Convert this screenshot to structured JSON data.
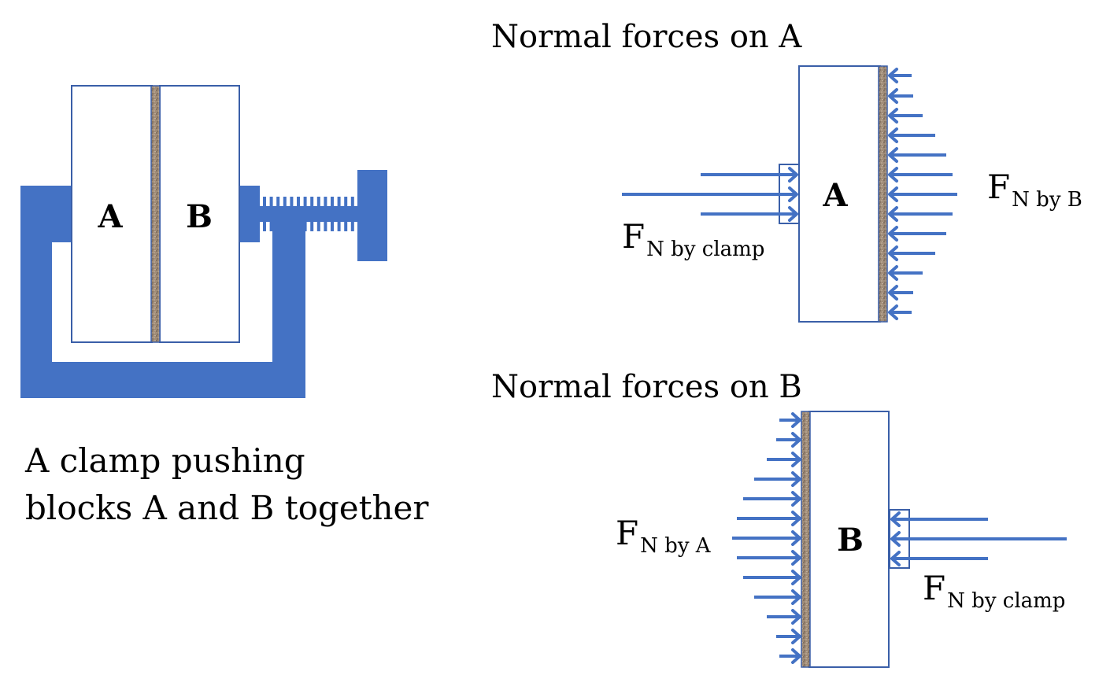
{
  "left_figure": {
    "block_a_label": "A",
    "block_b_label": "B",
    "caption_line1": "A clamp pushing",
    "caption_line2": "blocks A and B together"
  },
  "top_figure": {
    "heading": "Normal forces on A",
    "block_label": "A",
    "force_clamp_main": "F",
    "force_clamp_sub": "N by clamp",
    "force_other_main": "F",
    "force_other_sub": "N by B"
  },
  "bottom_figure": {
    "heading": "Normal forces on B",
    "block_label": "B",
    "force_other_main": "F",
    "force_other_sub": "N by A",
    "force_clamp_main": "F",
    "force_clamp_sub": "N by clamp"
  },
  "colors": {
    "clamp_blue": "#4472c4",
    "block_outline": "#3a5fa8",
    "interface_texture": "#a08c78"
  }
}
